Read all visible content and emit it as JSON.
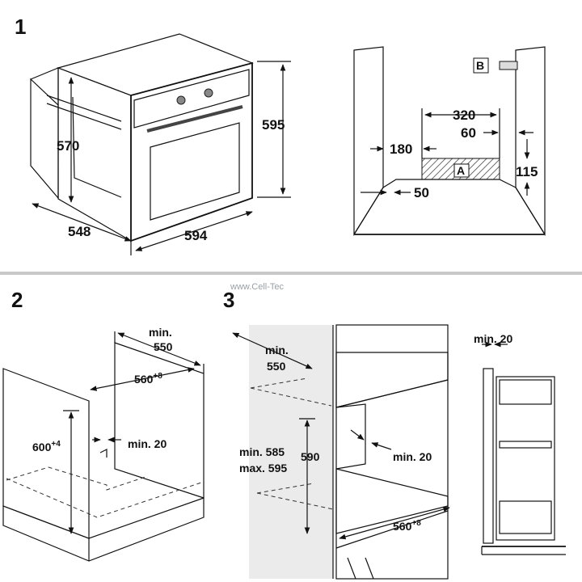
{
  "watermark": "www.Cell-Tec",
  "sections": [
    {
      "step": "1",
      "oven_dims": {
        "height_570": "570",
        "height_595": "595",
        "depth_548": "548",
        "width_594": "594"
      },
      "cabinet_dims": {
        "d320": "320",
        "d60": "60",
        "d180": "180",
        "d115": "115",
        "d50": "50",
        "label_a": "A",
        "label_b": "B"
      }
    },
    {
      "step": "2",
      "dims": {
        "min_label": "min.",
        "min_550": "550",
        "width_560": "560",
        "width_sup": "+8",
        "height_600": "600",
        "height_sup": "+4",
        "min_20": "min. 20"
      }
    },
    {
      "step": "3",
      "dims": {
        "min_label": "min.",
        "min_550": "550",
        "min_585": "min. 585",
        "max_595": "max. 595",
        "h590": "590",
        "min_20_a": "min. 20",
        "width_560": "560",
        "width_sup": "+8",
        "min_20_b": "min. 20"
      }
    }
  ]
}
